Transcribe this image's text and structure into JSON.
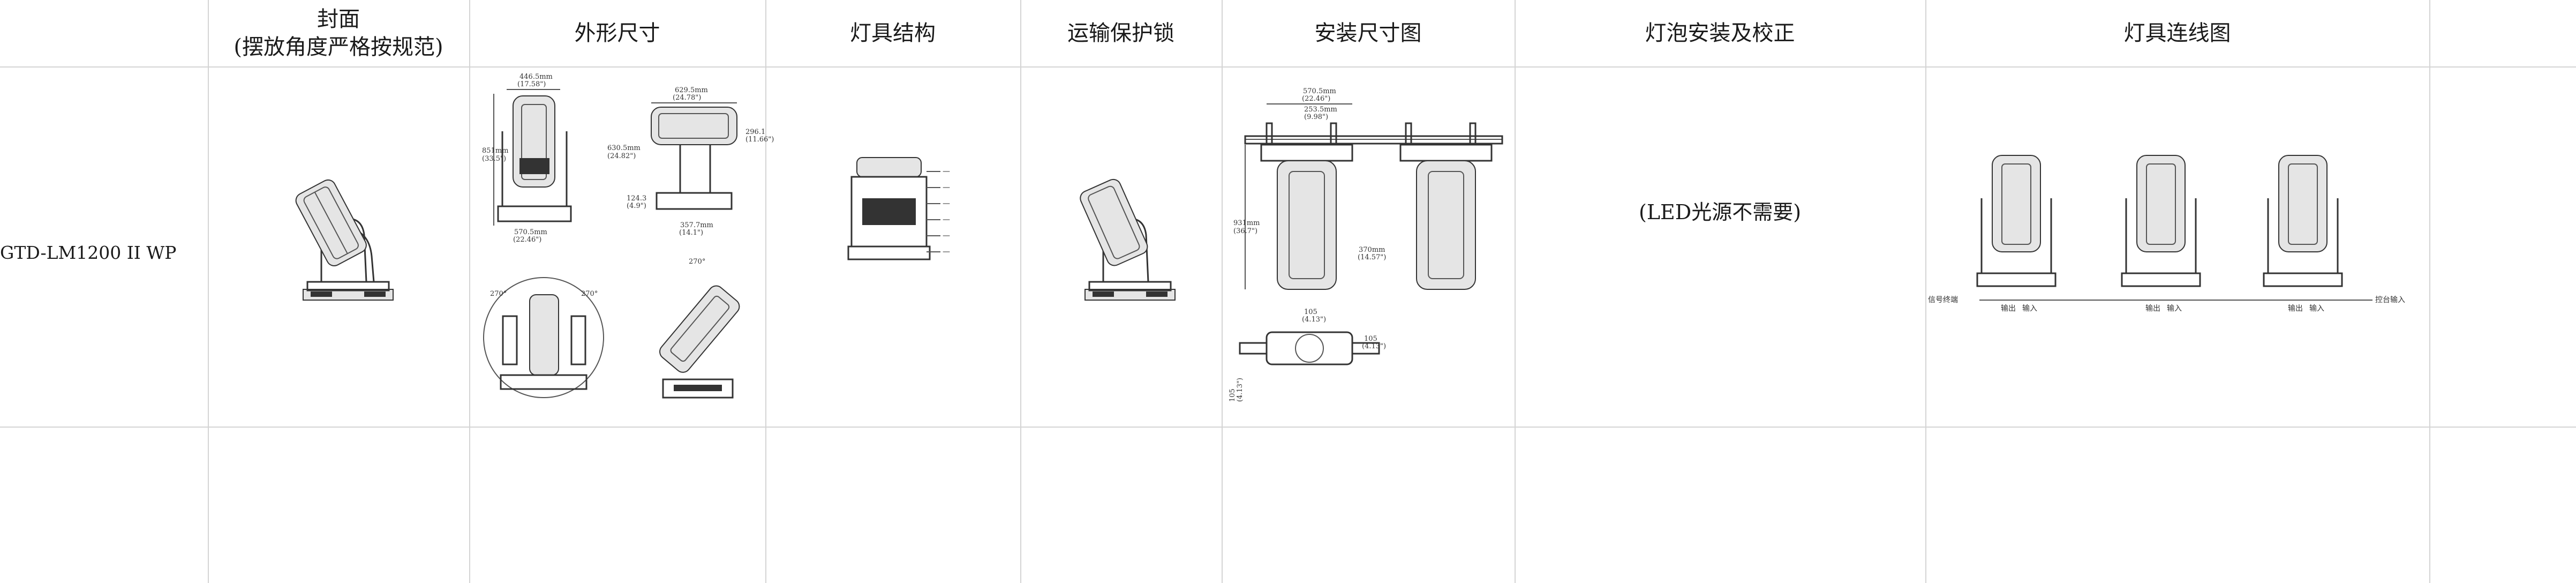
{
  "header": {
    "cover_line1": "封面",
    "cover_line2": "(摆放角度严格按规范)",
    "dimensions": "外形尺寸",
    "structure": "灯具结构",
    "transport_lock": "运输保护锁",
    "install_dims": "安装尺寸图",
    "bulb_install": "灯泡安装及校正",
    "wiring": "灯具连线图"
  },
  "row1": {
    "model": "GTD-LM1200 II WP",
    "bulb_note": "(LED光源不需要)"
  },
  "dims": {
    "front_width_top": "446.5mm",
    "front_width_top_in": "(17.58\")",
    "front_height": "851mm",
    "front_height_in": "(33.5\")",
    "front_width_bottom": "570.5mm",
    "front_width_bottom_in": "(22.46\")",
    "side_length": "629.5mm",
    "side_length_in": "(24.78\")",
    "side_height": "630.5mm",
    "side_height_in": "(24.82\")",
    "side_right": "296.1",
    "side_right_in": "(11.66\")",
    "side_base_h": "124.3",
    "side_base_h_in": "(4.9\")",
    "side_base_w": "357.7mm",
    "side_base_w_in": "(14.1\")",
    "rot1": "270°",
    "rot2": "270°",
    "rot3": "270°"
  },
  "install": {
    "top_w1": "570.5mm",
    "top_w1_in": "(22.46\")",
    "top_w2": "253.5mm",
    "top_w2_in": "(9.98\")",
    "height": "931mm",
    "height_in": "(36.7\")",
    "mid": "370mm",
    "mid_in": "(14.57\")",
    "bot_w": "105",
    "bot_w_in": "(4.13\")",
    "bot_r": "105",
    "bot_r_in": "(4.13\")",
    "bot_left": "105",
    "bot_left_in": "(4.13\")"
  },
  "wiring": {
    "signal_end": "信号终端",
    "out1": "输出",
    "in1": "输入",
    "out2": "输出",
    "in2": "输入",
    "out3": "输出",
    "in3": "输入",
    "console_in": "控台输入"
  }
}
